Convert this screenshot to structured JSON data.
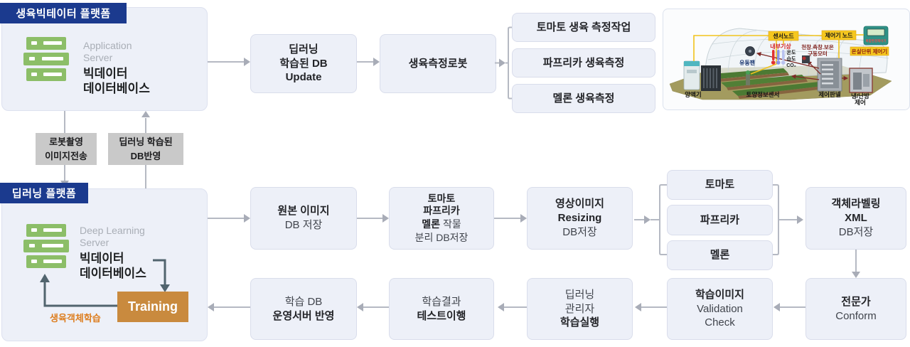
{
  "colors": {
    "header_navy": "#1b3a8e",
    "server_icon_green": "#8cbe68",
    "training_orange": "#c98a3e",
    "note_orange": "#dd7d1e",
    "node_fill": "#edf0f8",
    "greenhouse_label_yellow": "#f5c71f",
    "ground_tan": "#a39b5f"
  },
  "platforms": {
    "growth": {
      "header": "생육빅테이터 플랫폼",
      "server_label": "Application Server",
      "db_line1": "빅데이터",
      "db_line2": "데이터베이스"
    },
    "deep": {
      "header": "딥러닝 플랫폼",
      "server_label": "Deep Learning Server",
      "db_line1": "빅데이터",
      "db_line2": "데이터베이스",
      "training": "Training",
      "training_note": "생육객체학습"
    }
  },
  "transfer_labels": {
    "down_line1": "로봇촬영",
    "down_line2": "이미지전송",
    "up_line1": "딥러닝 학습된",
    "up_line2": "DB반영"
  },
  "top_flow": {
    "db_update": {
      "line1": "딥러닝",
      "line2": "학습된 DB",
      "line3": "Update"
    },
    "robot": "생육측정로봇",
    "branches": [
      "토마토 생육 측정작업",
      "파프리카 생육측정",
      "멜론 생육측정"
    ]
  },
  "mid_flow": {
    "original": {
      "line1": "원본 이미지",
      "line2": "DB 저장"
    },
    "separate": {
      "line1": "토마토",
      "line2": "파프리카",
      "line3_bold": "멜론",
      "line3_rest": "작물",
      "line4": "분리 DB저장"
    },
    "resizing": {
      "line1": "영상이미지",
      "line2": "Resizing",
      "line3": "DB저장"
    },
    "crops": [
      "토마토",
      "파프리카",
      "멜론"
    ],
    "labeling": {
      "line1": "객체라벨링",
      "line2": "XML",
      "line3": "DB저장"
    }
  },
  "bottom_flow": {
    "expert": {
      "line1": "전문가",
      "line2": "Conform"
    },
    "validation": {
      "line1": "학습이미지",
      "line2": "Validation",
      "line3": "Check"
    },
    "training_run": {
      "line1": "딥러닝",
      "line2": "관리자",
      "line3": "학습실행"
    },
    "test": {
      "line1": "학습결과",
      "line2": "테스트이행"
    },
    "deploy": {
      "line1": "학습 DB",
      "line2": "운영서버 반영"
    }
  },
  "greenhouse": {
    "sensor_node": "센서노드",
    "controller_node": "제어기 노드",
    "unit_controller": "온실단위 제어기",
    "indoor_weather": "내부기상",
    "motor_line1": "천창.측창.보온",
    "motor_line2": "구동모터",
    "fan": "유동팬",
    "temp": "온도",
    "humidity": "습도",
    "co2": "CO₂",
    "device_caption": "복합환경제어기",
    "nutrient": "양액기",
    "soil_sensor": "토양정보센서",
    "control_panel": "제어판넬",
    "hvac_line1": "냉/난방",
    "hvac_line2": "제어"
  }
}
